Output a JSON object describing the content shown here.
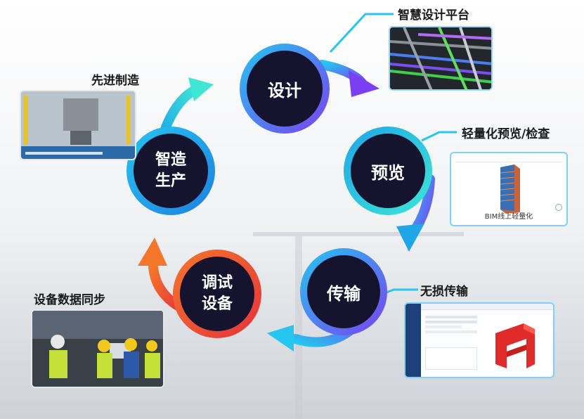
{
  "nodes": {
    "design": {
      "label": "设计"
    },
    "preview": {
      "label": "预览"
    },
    "transfer": {
      "label": "传输"
    },
    "debug": {
      "line1": "调试",
      "line2": "设备"
    },
    "production": {
      "line1": "智造",
      "line2": "生产"
    }
  },
  "captions": {
    "platform": "智慧设计平台",
    "preview_check": "轻量化预览/检查",
    "lossless": "无损传输",
    "device_sync": "设备数据同步",
    "advanced": "先进制造"
  },
  "thumbnails": {
    "bim_caption": "BIM线上轻量化"
  },
  "colors": {
    "node_dark": "#15132e",
    "cyan": "#25c6f0",
    "purple": "#7b3ff2",
    "red": "#e6323c",
    "orange": "#f4762a"
  }
}
